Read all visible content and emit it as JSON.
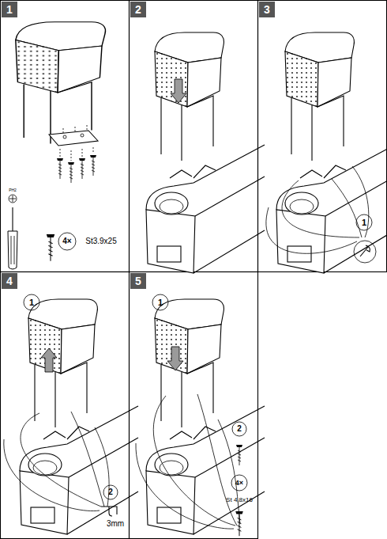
{
  "diagram": {
    "labels": [
      "1",
      "PH2",
      "4×",
      "St3.9x25",
      "2",
      "3",
      "1",
      "4",
      "1",
      "2",
      "3mm",
      "5",
      "1",
      "2",
      "4×",
      "St 4,8x16"
    ]
  }
}
